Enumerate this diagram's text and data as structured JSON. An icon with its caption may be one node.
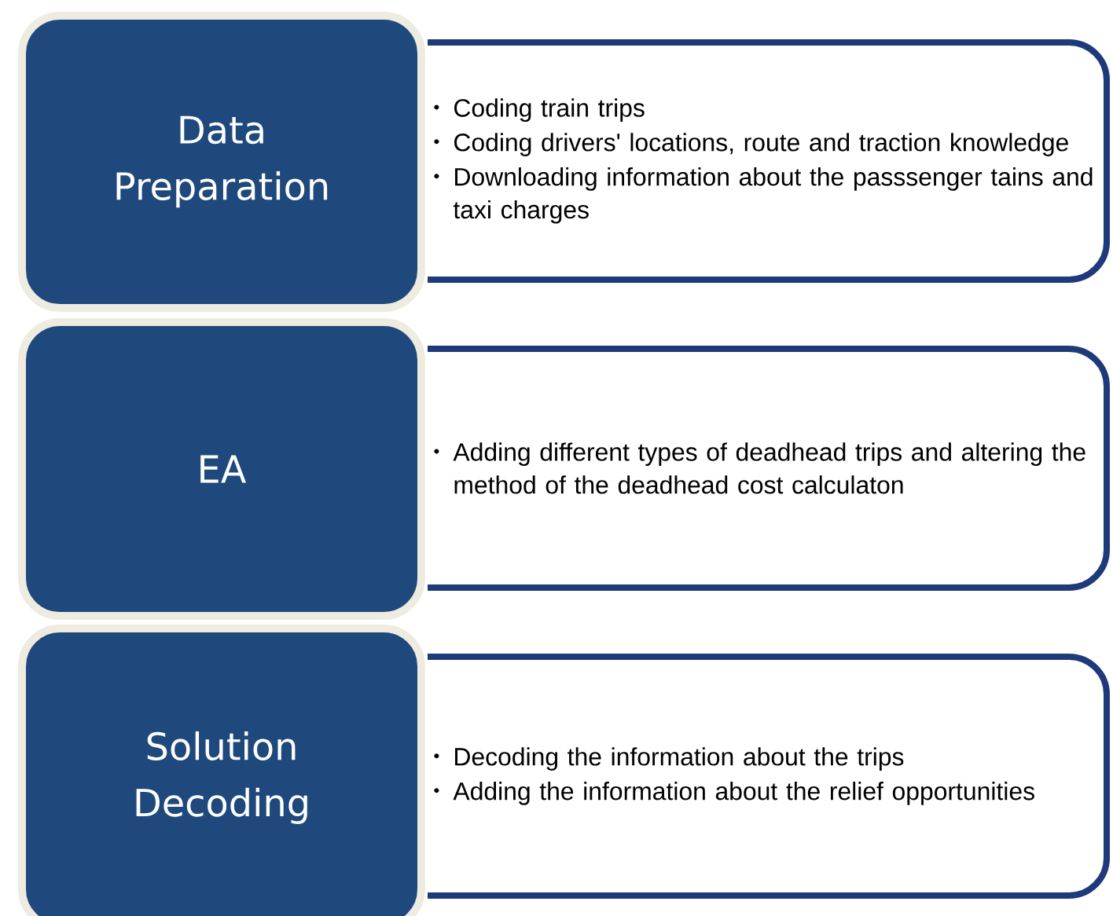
{
  "diagram": {
    "nodes": [
      {
        "text": [
          "Data Preparation"
        ]
      },
      {
        "text": [
          "Coding train trips",
          "Coding drivers' locations, route and traction knowledge",
          "Downloading information about the passsenger tains and taxi charges"
        ]
      },
      {
        "text": [
          "EA"
        ]
      },
      {
        "text": [
          "Adding different types of deadhead trips and altering the method of the deadhead cost calculaton"
        ]
      },
      {
        "text": [
          "Solution Decoding"
        ]
      },
      {
        "text": [
          "Decoding the information about the trips",
          "Adding the information about the relief opportunities"
        ]
      }
    ]
  }
}
